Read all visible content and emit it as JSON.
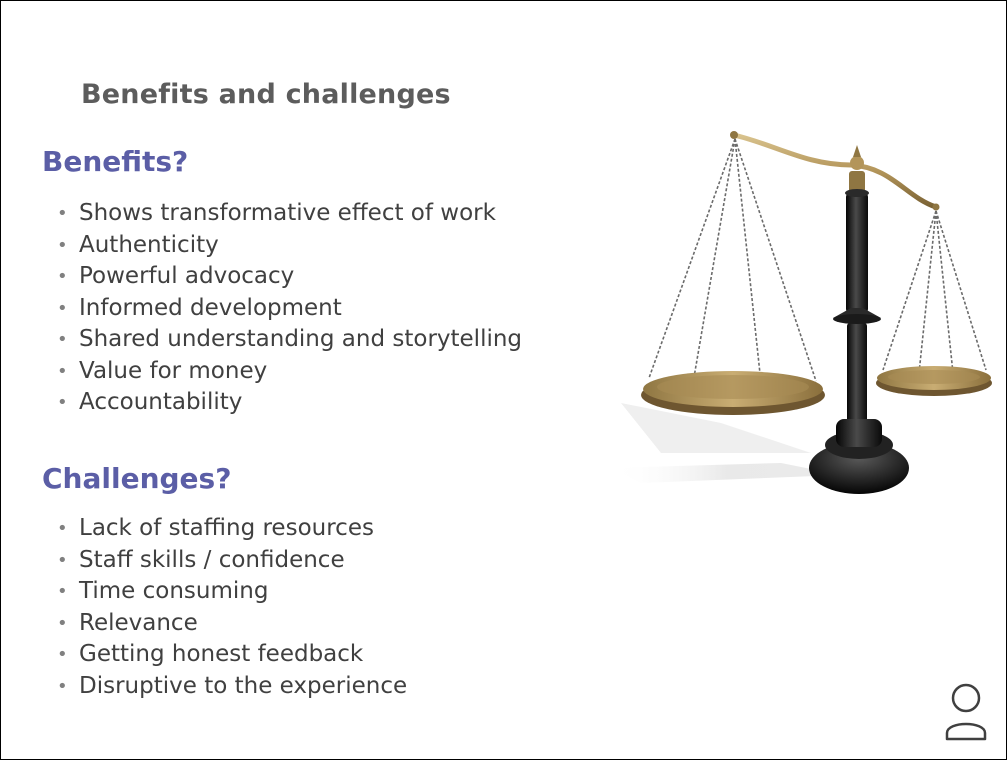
{
  "slide": {
    "title": "Benefits and challenges",
    "benefits": {
      "heading": "Benefits?",
      "items": [
        "Shows transformative effect of work",
        "Authenticity",
        "Powerful advocacy",
        "Informed development",
        "Shared understanding and storytelling",
        "Value for money",
        "Accountability"
      ]
    },
    "challenges": {
      "heading": "Challenges?",
      "items": [
        "Lack of staffing resources",
        "Staff skills / confidence",
        "Time consuming",
        "Relevance",
        "Getting honest feedback",
        "Disruptive to the experience"
      ]
    },
    "bullet_char": "•",
    "image_icon": "scales-of-justice-icon",
    "corner_icon": "person-icon"
  },
  "colors": {
    "title": "#5c5c5c",
    "heading": "#5b5ea6",
    "body_text": "#404040",
    "bullet": "#808080",
    "scale_brass": "#b3955a",
    "scale_post": "#1a1a1a"
  }
}
